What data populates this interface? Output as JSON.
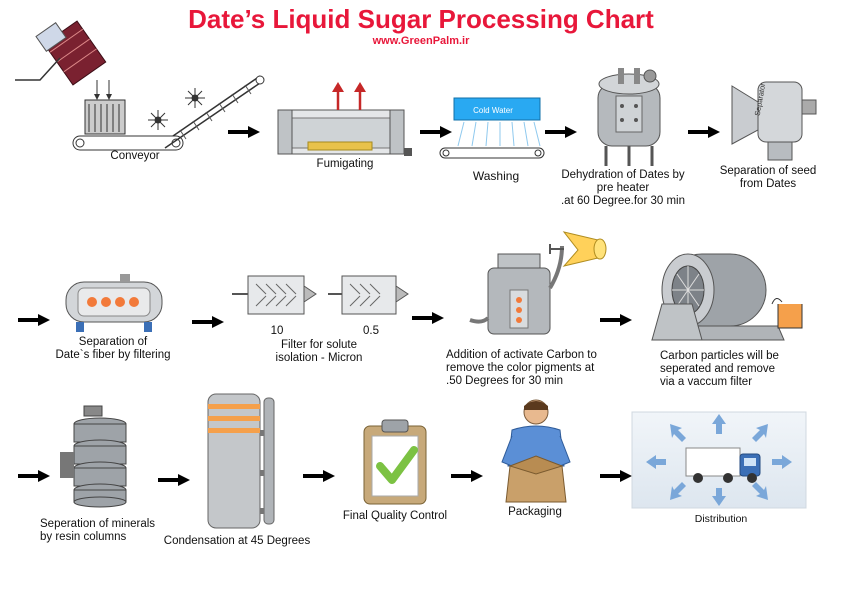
{
  "header": {
    "title": "Date’s Liquid Sugar Processing Chart",
    "website": "www.GreenPalm.ir"
  },
  "steps": [
    {
      "label": "Conveyor"
    },
    {
      "label": "Fumigating"
    },
    {
      "label": "Washing",
      "tank_label": "Cold Water"
    },
    {
      "label_lines": [
        "Dehydration of Dates by",
        "pre heater",
        ".at 60 Degree.for 30 min"
      ]
    },
    {
      "label_lines": [
        "Separation of seed",
        "from Dates"
      ],
      "device_label": "Separator"
    },
    {
      "label_lines": [
        "Separation of",
        "Date`s fiber by filtering"
      ]
    },
    {
      "label_lines": [
        "Filter for solute",
        "isolation - Micron"
      ],
      "filter_values": [
        "10",
        "0.5"
      ]
    },
    {
      "label_lines": [
        "Addition of activate Carbon to",
        "remove the color pigments at",
        ".50 Degrees for 30 min"
      ]
    },
    {
      "label_lines": [
        "Carbon particles will be",
        "seperated and remove",
        "via a vaccum filter"
      ]
    },
    {
      "label_lines": [
        "Seperation of minerals",
        "by resin columns"
      ]
    },
    {
      "label": "Condensation at 45 Degrees"
    },
    {
      "label": "Final Quality Control"
    },
    {
      "label": "Packaging"
    },
    {
      "label": "Distribution"
    }
  ],
  "colors": {
    "title": "#e8173a",
    "arrow": "#000000",
    "steel": "#9ea3a8",
    "check": "#7cc243",
    "truck_blue": "#3b6fb6",
    "orange": "#f5a04b"
  }
}
